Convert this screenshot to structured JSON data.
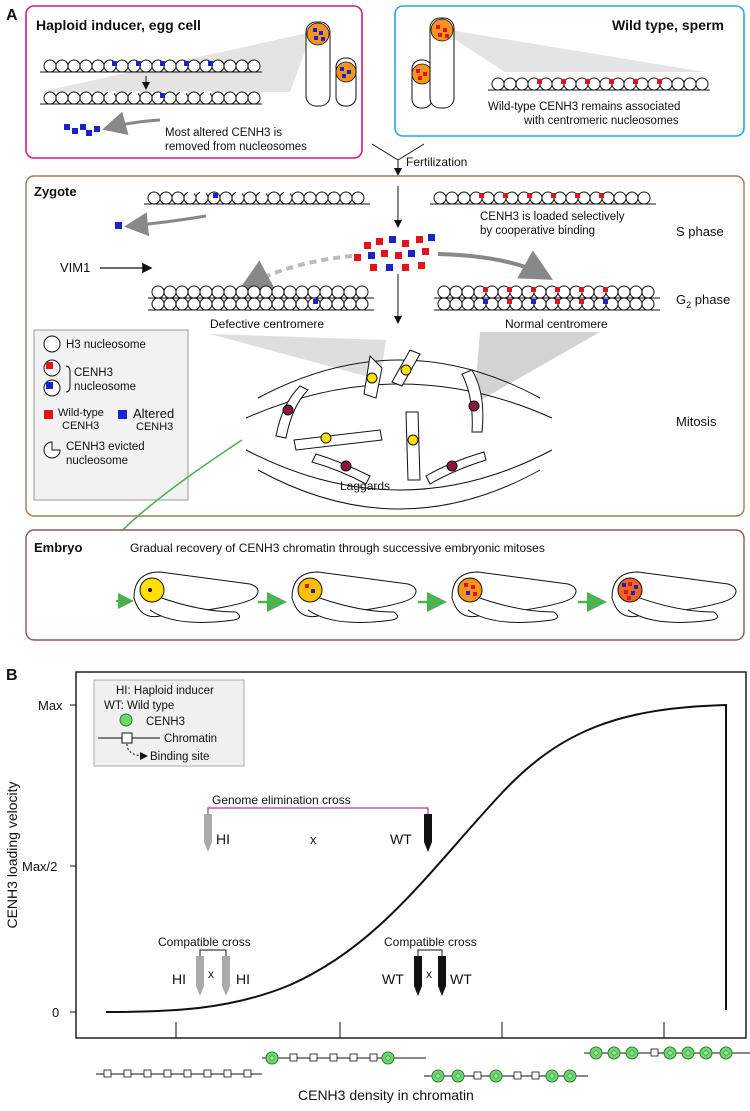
{
  "panel_a": {
    "letter": "A",
    "haploid_title": "Haploid inducer, egg cell",
    "haploid_caption_1": "Most altered CENH3 is",
    "haploid_caption_2": "removed from nucleosomes",
    "wildtype_title": "Wild type, sperm",
    "wildtype_caption_1": "Wild-type CENH3 remains associated",
    "wildtype_caption_2": "with centromeric nucleosomes",
    "fertilization": "Fertilization",
    "zygote_title": "Zygote",
    "loaded_caption_1": "CENH3 is loaded selectively",
    "loaded_caption_2": "by cooperative binding",
    "s_phase": "S phase",
    "g2_phase_main": "G",
    "g2_phase_sub": "2",
    "g2_phase_rest": " phase",
    "vim1": "VIM1",
    "defective": "Defective centromere",
    "normal": "Normal centromere",
    "mitosis": "Mitosis",
    "laggards": "Laggards",
    "legend": {
      "h3": "H3 nucleosome",
      "cenh3_1": "CENH3",
      "cenh3_2": "nucleosome",
      "wt_1": "Wild-type",
      "wt_2": "CENH3",
      "alt_1": "Altered",
      "alt_2": "CENH3",
      "evicted_1": "CENH3 evicted",
      "evicted_2": "nucleosome"
    },
    "embryo_title": "Embryo",
    "embryo_caption": "Gradual recovery of CENH3 chromatin through successive embryonic mitoses",
    "colors": {
      "wild_type": "#e0141c",
      "altered": "#1a22c8",
      "yellow": "#ffe000",
      "orange": "#f7941d",
      "green": "#4caf50",
      "magenta": "#d6197a",
      "cyan": "#27a9e1",
      "brown": "#a07b5a"
    }
  },
  "panel_b": {
    "letter": "B",
    "ylabel": "CENH3 loading velocity",
    "xlabel": "CENH3 density in chromatin",
    "yticks": [
      "Max",
      "Max/2",
      "0"
    ],
    "legend": {
      "hi": "HI: Haploid inducer",
      "wt": "WT: Wild type",
      "cenh3": "CENH3",
      "chromatin": "Chromatin",
      "binding": "Binding site"
    },
    "genome_elimination": "Genome elimination cross",
    "hi": "HI",
    "wt": "WT",
    "x": "x",
    "compatible_cross": "Compatible cross"
  }
}
